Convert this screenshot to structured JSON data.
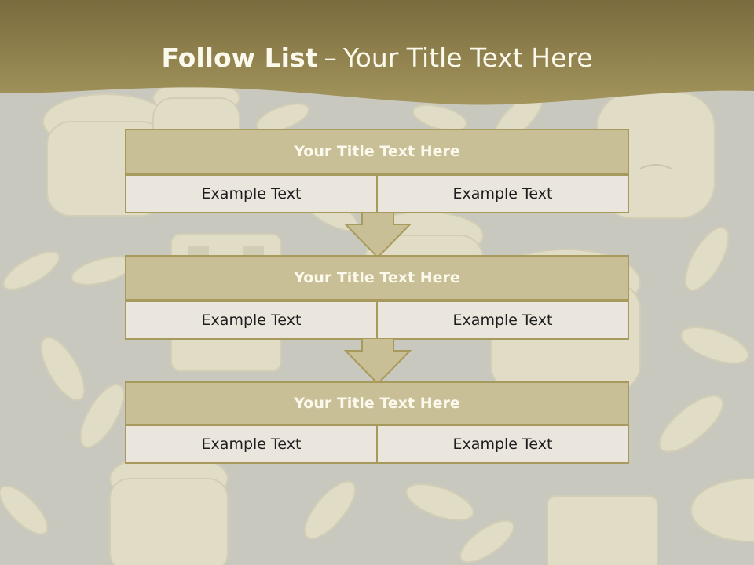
{
  "slide": {
    "title_strong": "Follow List",
    "title_separator": "–",
    "title_rest": "Your Title Text Here"
  },
  "blocks": [
    {
      "title": "Your Title Text Here",
      "left_text": "Example Text",
      "right_text": "Example Text"
    },
    {
      "title": "Your Title Text Here",
      "left_text": "Example Text",
      "right_text": "Example Text"
    },
    {
      "title": "Your Title Text Here",
      "left_text": "Example Text",
      "right_text": "Example Text"
    }
  ],
  "colors": {
    "header_band": "#8d7e4a",
    "background": "#c9c8be",
    "box_title_fill": "#c9bf96",
    "box_border": "#a89a5c",
    "cell_fill": "#ebe6dd",
    "title_text": "#fbf8ec"
  }
}
